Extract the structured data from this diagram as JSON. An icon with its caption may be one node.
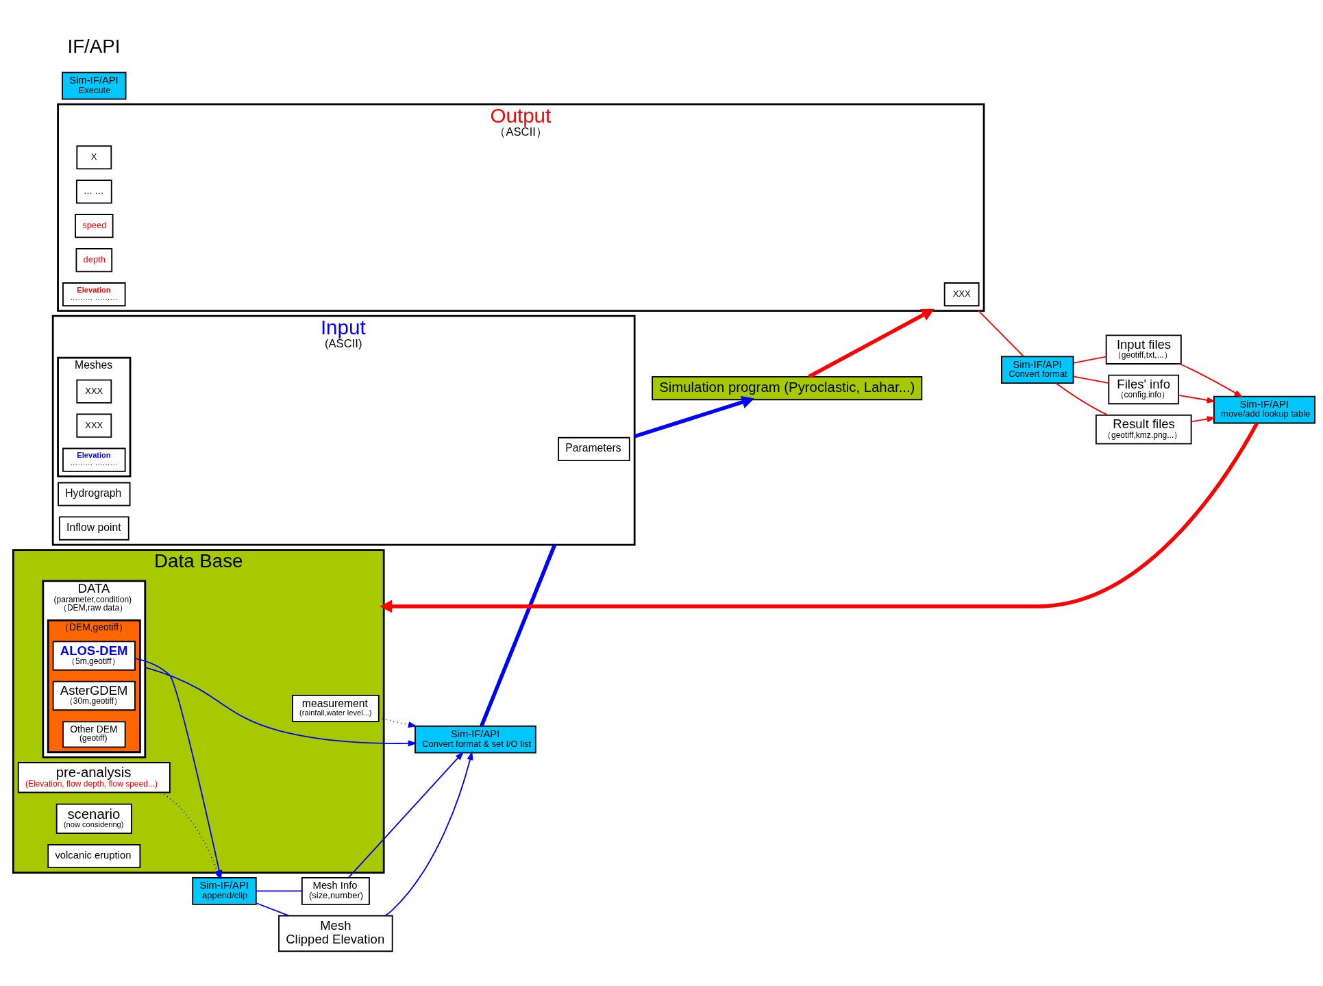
{
  "diagram": {
    "nodes": [
      {
        "text": [
          "Data Base"
        ]
      },
      {
        "text": [
          "DATA",
          "(parameter,condition)",
          "（DEM,raw data）"
        ],
        "in": 0
      },
      {
        "text": [
          "（DEM,geotiff）"
        ],
        "in": 1
      },
      {
        "text": [
          "ALOS-DEM",
          "（5m,geotiff）"
        ],
        "in": 2
      },
      {
        "text": [
          "AsterGDEM",
          "（30m,geotiff）"
        ],
        "in": 2
      },
      {
        "text": [
          "Other DEM",
          "(geotiff)"
        ],
        "in": 2
      },
      {
        "text": [
          "pre-analysis",
          "(Elevation, flow depth, flow speed...)"
        ],
        "in": 0
      },
      {
        "text": [
          "scenario",
          "(now considering)"
        ],
        "in": 0
      },
      {
        "text": [
          "measurement",
          "(rainfall,water level...)"
        ],
        "in": 0
      },
      {
        "text": [
          "volcanic eruption"
        ],
        "in": 0
      },
      {
        "text": [
          "Sim-IF/API",
          "append/clip"
        ]
      },
      {
        "text": [
          "Mesh Info",
          "(size,number)"
        ]
      },
      {
        "text": [
          "Mesh",
          "Clipped Elevation"
        ]
      },
      {
        "text": [
          "Sim-IF/API",
          "Convert format & set I/O list"
        ]
      },
      {
        "text": [
          "Input",
          "(ASCII)"
        ]
      },
      {
        "text": [
          "Parameters"
        ],
        "in": 14
      },
      {
        "text": [
          "Meshes"
        ],
        "in": 14
      },
      {
        "text": [
          "XXX"
        ],
        "in": 16
      },
      {
        "text": [
          "XXX"
        ],
        "in": 16
      },
      {
        "text": [
          "Elevation",
          "……… ………"
        ],
        "in": 16
      },
      {
        "text": [
          "Hydrograph"
        ],
        "in": 14
      },
      {
        "text": [
          "Inflow point"
        ],
        "in": 14
      },
      {
        "text": [
          "Sim-IF/API",
          "Execute"
        ]
      },
      {
        "text": [
          "Simulation program (Pyroclastic, Lahar...)"
        ]
      },
      {
        "text": [
          "Sim-IF/API",
          "move/add lookup table"
        ]
      },
      {
        "text": [
          "Files' info",
          "（config.info）"
        ]
      },
      {
        "text": [
          "Result files",
          "（geotiff,kmz.png...）"
        ]
      },
      {
        "text": [
          "Input files",
          "（geotiff,txt,...）"
        ]
      },
      {
        "text": [
          "Sim-IF/API",
          "Convert format"
        ]
      },
      {
        "text": [
          "Output",
          "（ASCII）"
        ]
      },
      {
        "text": [
          "XXX"
        ],
        "in": 29
      },
      {
        "text": [
          "X"
        ],
        "in": 29
      },
      {
        "text": [
          "… …"
        ],
        "in": 29
      },
      {
        "text": [
          "speed"
        ],
        "in": 29
      },
      {
        "text": [
          "depth"
        ],
        "in": 29
      },
      {
        "text": [
          "Elevation",
          "……… ………"
        ],
        "in": 29
      }
    ],
    "edges": [
      {
        "from": 1,
        "to": 13,
        "arrow": "to"
      },
      {
        "from": 3,
        "to": 10,
        "arrow": "to"
      },
      {
        "from": 10,
        "to": 11,
        "arrow": "none"
      },
      {
        "from": 11,
        "to": 13,
        "arrow": "to"
      },
      {
        "from": 10,
        "to": 12,
        "arrow": "none"
      },
      {
        "from": 12,
        "to": 13,
        "arrow": "to"
      },
      {
        "from": 6,
        "to": 10,
        "arrow": "to",
        "style": "dashed"
      },
      {
        "from": 8,
        "to": 13,
        "arrow": "to",
        "style": "dashed"
      },
      {
        "from": 13,
        "to": 14,
        "arrow": "none",
        "style": "thick"
      },
      {
        "from": 14,
        "to": 23,
        "arrow": "to",
        "style": "thick"
      },
      {
        "from": 23,
        "to": 29,
        "arrow": "to",
        "style": "thick",
        "color": "#ff0000"
      },
      {
        "from": 29,
        "to": 28,
        "arrow": "none",
        "color": "#ff0000"
      },
      {
        "from": 28,
        "to": 25,
        "arrow": "none",
        "color": "#ff0000"
      },
      {
        "from": 28,
        "to": 26,
        "arrow": "none",
        "color": "#ff0000"
      },
      {
        "from": 28,
        "to": 27,
        "arrow": "none",
        "color": "#ff0000"
      },
      {
        "from": 25,
        "to": 24,
        "arrow": "to",
        "color": "#ff0000"
      },
      {
        "from": 26,
        "to": 24,
        "arrow": "to",
        "color": "#ff0000"
      },
      {
        "from": 27,
        "to": 24,
        "arrow": "to",
        "color": "#ff0000"
      },
      {
        "from": 24,
        "to": 0,
        "arrow": "to",
        "style": "thick",
        "color": "#ff0000"
      }
    ],
    "labels": [
      "IF/API"
    ]
  }
}
